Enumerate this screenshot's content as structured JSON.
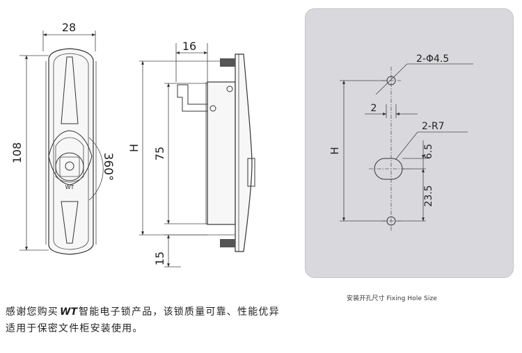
{
  "front_view": {
    "width_dim": "28",
    "height_dim": "108",
    "rotation_label": "360°",
    "key_mark": "WT"
  },
  "side_view": {
    "top_dim": "16",
    "height_label": "H",
    "inner_dim": "75",
    "bottom_dim": "15"
  },
  "hole_view": {
    "hole_label": "2-Φ4.5",
    "offset_dim": "2",
    "slot_label": "2-R7",
    "height_label": "H",
    "upper_dim": "6.5",
    "lower_dim": "23.5"
  },
  "caption": "安装开孔尺寸 Fixing Hole Size",
  "description": {
    "part1": "感谢您购买",
    "brand": "WT",
    "part2": "智能电子锁产品，该锁质量可靠、性能优异",
    "line2": "适用于保密文件柜安装使用。"
  }
}
